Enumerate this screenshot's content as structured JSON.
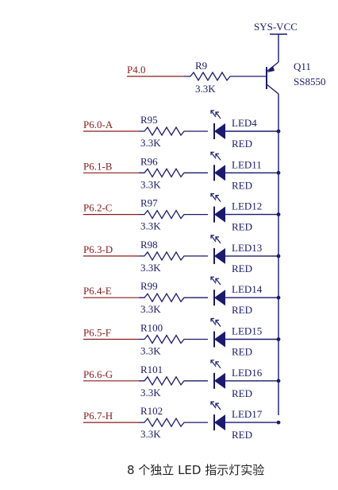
{
  "power": {
    "label": "SYS-VCC"
  },
  "transistor": {
    "name": "Q11",
    "part": "SS8550"
  },
  "base_input": {
    "net": "P4.0",
    "resistor": "R9",
    "value": "3.3K"
  },
  "rows": [
    {
      "net": "P6.0-A",
      "resistor": "R95",
      "value": "3.3K",
      "led": "LED4",
      "color": "RED"
    },
    {
      "net": "P6.1-B",
      "resistor": "R96",
      "value": "3.3K",
      "led": "LED11",
      "color": "RED"
    },
    {
      "net": "P6.2-C",
      "resistor": "R97",
      "value": "3.3K",
      "led": "LED12",
      "color": "RED"
    },
    {
      "net": "P6.3-D",
      "resistor": "R98",
      "value": "3.3K",
      "led": "LED13",
      "color": "RED"
    },
    {
      "net": "P6.4-E",
      "resistor": "R99",
      "value": "3.3K",
      "led": "LED14",
      "color": "RED"
    },
    {
      "net": "P6.5-F",
      "resistor": "R100",
      "value": "3.3K",
      "led": "LED15",
      "color": "RED"
    },
    {
      "net": "P6.6-G",
      "resistor": "R101",
      "value": "3.3K",
      "led": "LED16",
      "color": "RED"
    },
    {
      "net": "P6.7-H",
      "resistor": "R102",
      "value": "3.3K",
      "led": "LED17",
      "color": "RED"
    }
  ],
  "caption": "8 个独立 LED 指示灯实验"
}
